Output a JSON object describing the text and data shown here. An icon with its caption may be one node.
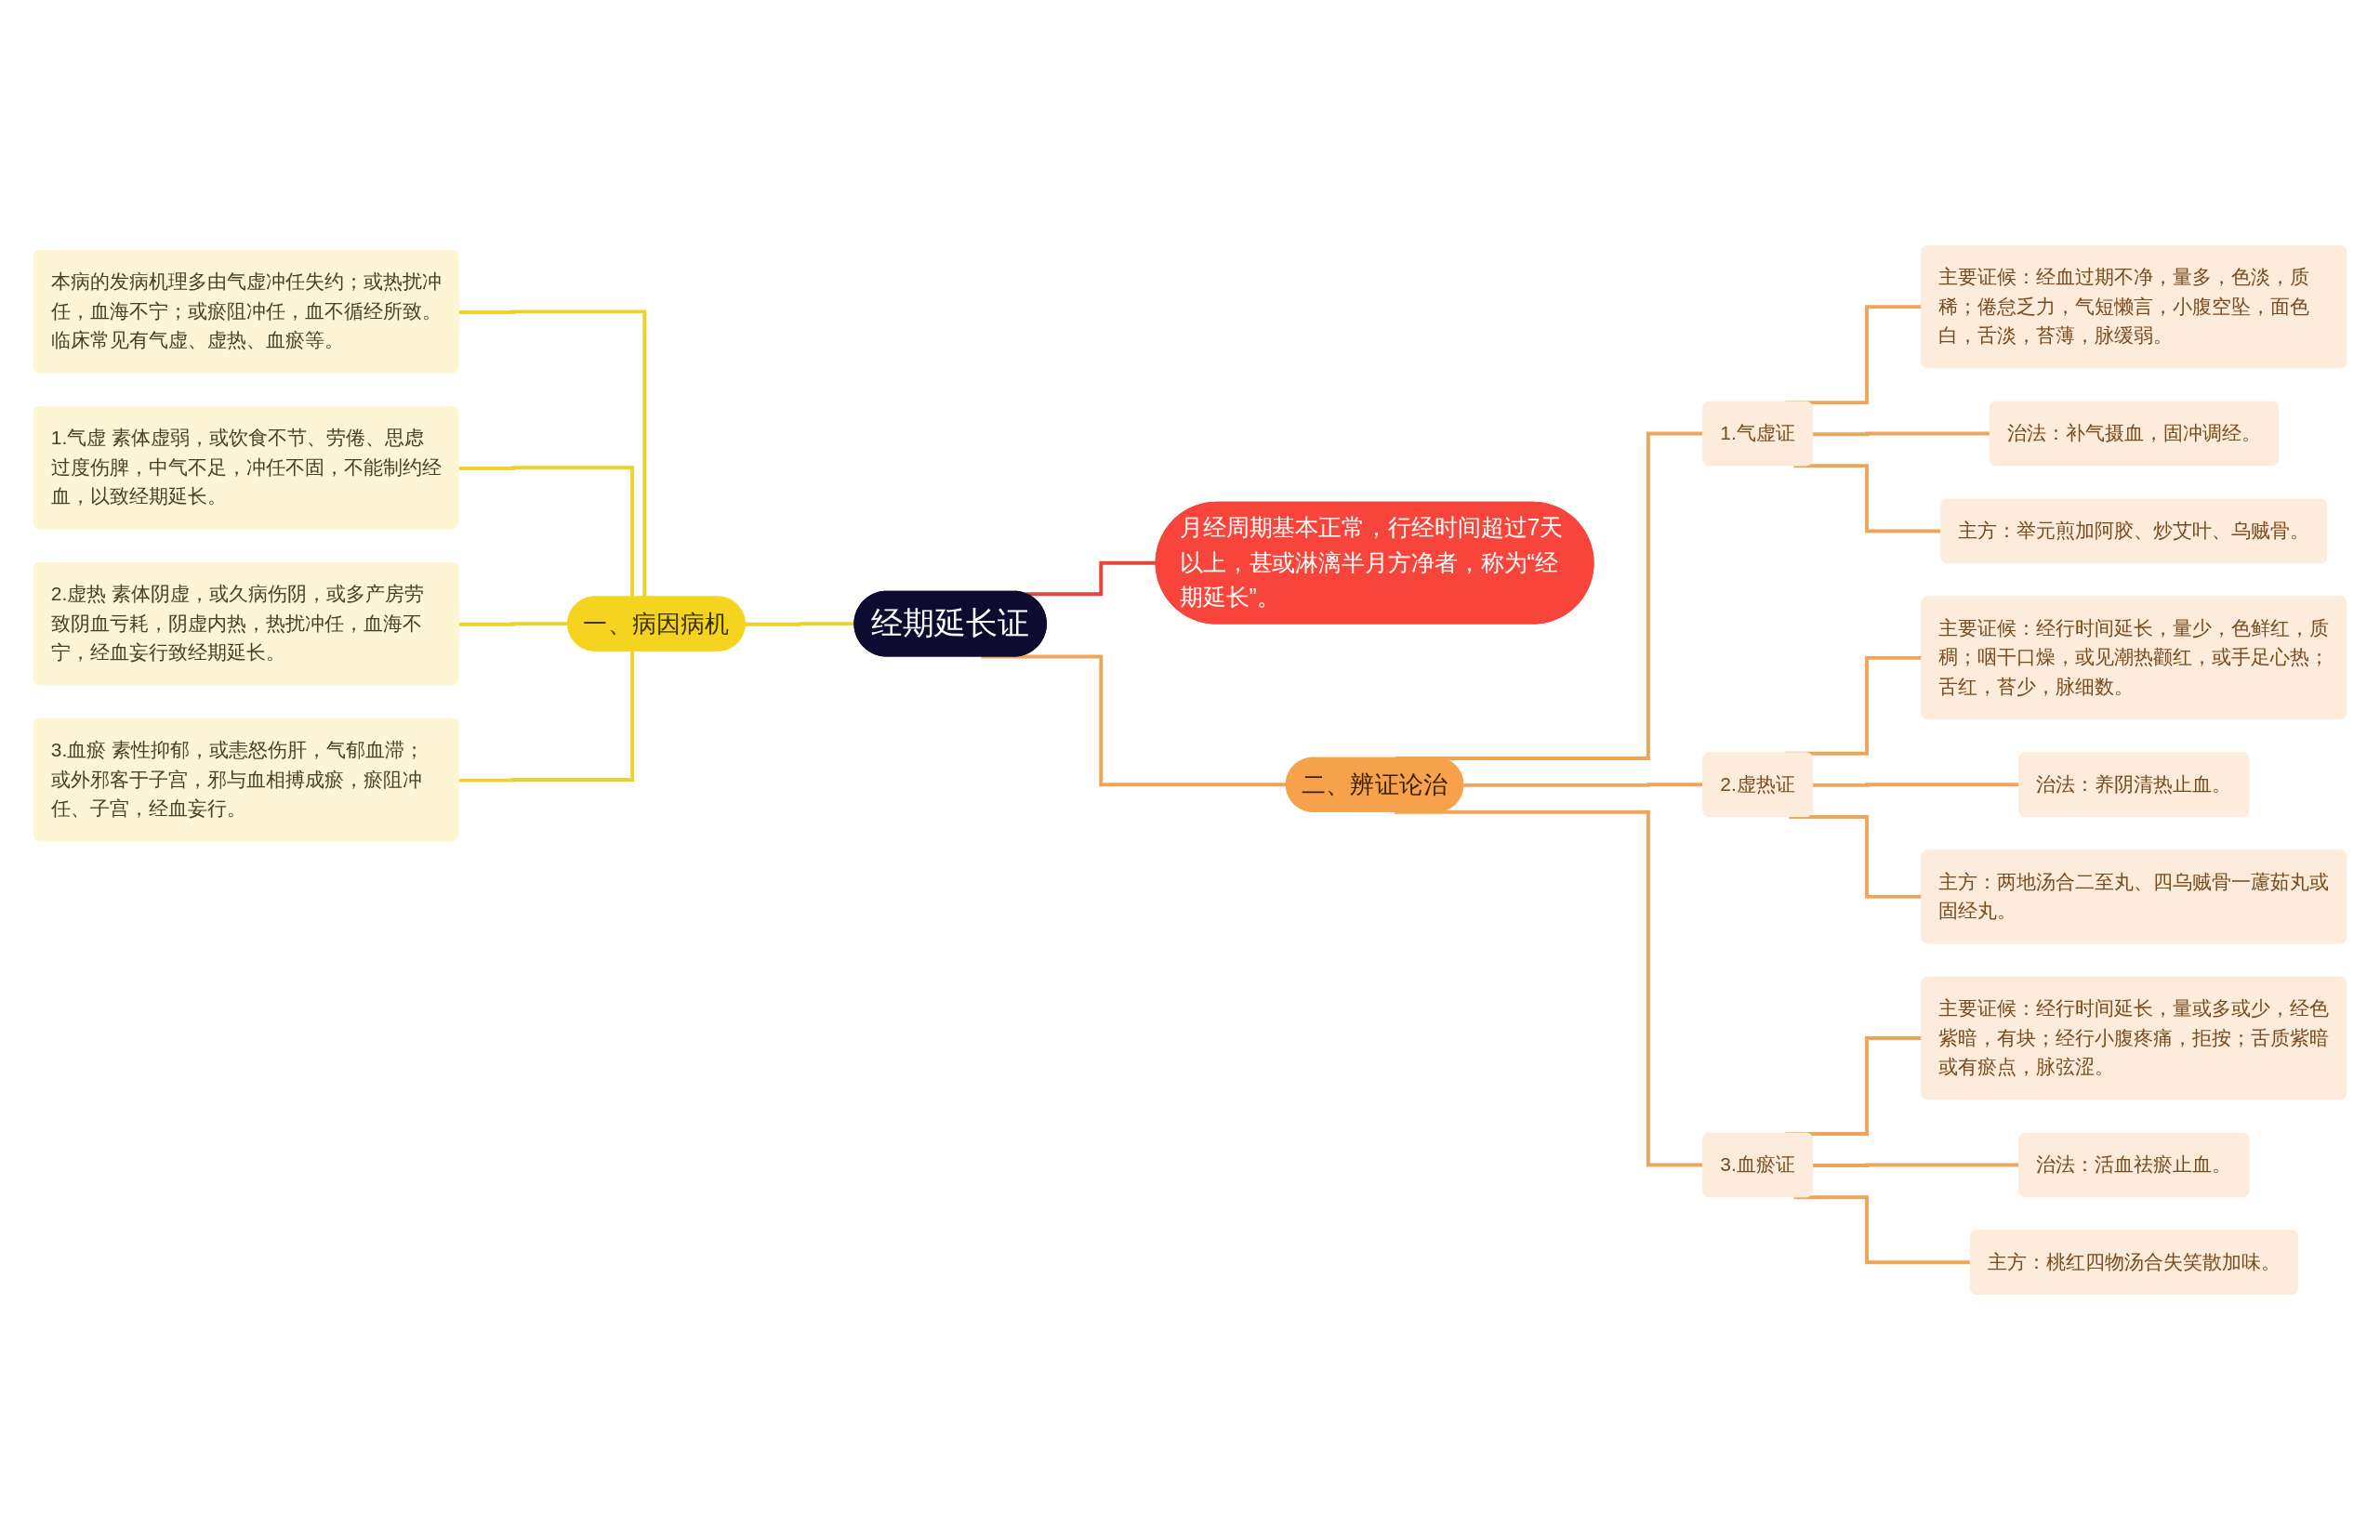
{
  "diagram": {
    "nodes": [
      {
        "text": [
          "经期延长证"
        ]
      },
      {
        "text": [
          "月经周期基本正常，行经时间超过7天以上，甚或淋漓半月方净者，称为“经期延长”。"
        ]
      },
      {
        "text": [
          "一、病因病机"
        ]
      },
      {
        "text": [
          "本病的发病机理多由气虚冲任失约；或热扰冲任，血海不宁；或瘀阻冲任，血不循经所致。临床常见有气虚、虚热、血瘀等。"
        ]
      },
      {
        "text": [
          "1.气虚 素体虚弱，或饮食不节、劳倦、思虑过度伤脾，中气不足，冲任不固，不能制约经血，以致经期延长。"
        ]
      },
      {
        "text": [
          "2.虚热 素体阴虚，或久病伤阴，或多产房劳致阴血亏耗，阴虚内热，热扰冲任，血海不宁，经血妄行致经期延长。"
        ]
      },
      {
        "text": [
          "3.血瘀 素性抑郁，或恚怒伤肝，气郁血滞；或外邪客于子宫，邪与血相搏成瘀，瘀阻冲任、子宫，经血妄行。"
        ]
      },
      {
        "text": [
          "二、辨证论治"
        ]
      },
      {
        "text": [
          "1.气虚证"
        ]
      },
      {
        "text": [
          "主要证候：经血过期不净，量多，色淡，质稀；倦怠乏力，气短懒言，小腹空坠，面色白，舌淡，苔薄，脉缓弱。"
        ]
      },
      {
        "text": [
          "治法：补气摄血，固冲调经。"
        ]
      },
      {
        "text": [
          "主方：举元煎加阿胶、炒艾叶、乌贼骨。"
        ]
      },
      {
        "text": [
          "2.虚热证"
        ]
      },
      {
        "text": [
          "主要证候：经行时间延长，量少，色鲜红，质稠；咽干口燥，或见潮热颧红，或手足心热；舌红，苔少，脉细数。"
        ]
      },
      {
        "text": [
          "治法：养阴清热止血。"
        ]
      },
      {
        "text": [
          "主方：两地汤合二至丸、四乌贼骨一藘茹丸或固经丸。"
        ]
      },
      {
        "text": [
          "3.血瘀证"
        ]
      },
      {
        "text": [
          "主要证候：经行时间延长，量或多或少，经色紫暗，有块；经行小腹疼痛，拒按；舌质紫暗或有瘀点，脉弦涩。"
        ]
      },
      {
        "text": [
          "治法：活血祛瘀止血。"
        ]
      },
      {
        "text": [
          "主方：桃红四物汤合失笑散加味。"
        ]
      }
    ],
    "edges": [
      {
        "from": 0,
        "to": 1,
        "arrow": "none",
        "color": "#e5463c"
      },
      {
        "from": 2,
        "to": 0,
        "arrow": "none",
        "color": "#eed22a"
      },
      {
        "from": 3,
        "to": 2,
        "arrow": "none",
        "color": "#eed22a"
      },
      {
        "from": 4,
        "to": 2,
        "arrow": "none",
        "color": "#eed22a"
      },
      {
        "from": 5,
        "to": 2,
        "arrow": "none",
        "color": "#eed22a"
      },
      {
        "from": 6,
        "to": 2,
        "arrow": "none",
        "color": "#eed22a"
      },
      {
        "from": 0,
        "to": 7,
        "arrow": "none"
      },
      {
        "from": 7,
        "to": 8,
        "arrow": "none"
      },
      {
        "from": 7,
        "to": 12,
        "arrow": "none"
      },
      {
        "from": 7,
        "to": 16,
        "arrow": "none"
      },
      {
        "from": 8,
        "to": 9,
        "arrow": "none"
      },
      {
        "from": 8,
        "to": 10,
        "arrow": "none"
      },
      {
        "from": 8,
        "to": 11,
        "arrow": "none"
      },
      {
        "from": 12,
        "to": 13,
        "arrow": "none"
      },
      {
        "from": 12,
        "to": 14,
        "arrow": "none"
      },
      {
        "from": 12,
        "to": 15,
        "arrow": "none"
      },
      {
        "from": 16,
        "to": 17,
        "arrow": "none"
      },
      {
        "from": 16,
        "to": 18,
        "arrow": "none"
      },
      {
        "from": 16,
        "to": 19,
        "arrow": "none"
      }
    ]
  }
}
